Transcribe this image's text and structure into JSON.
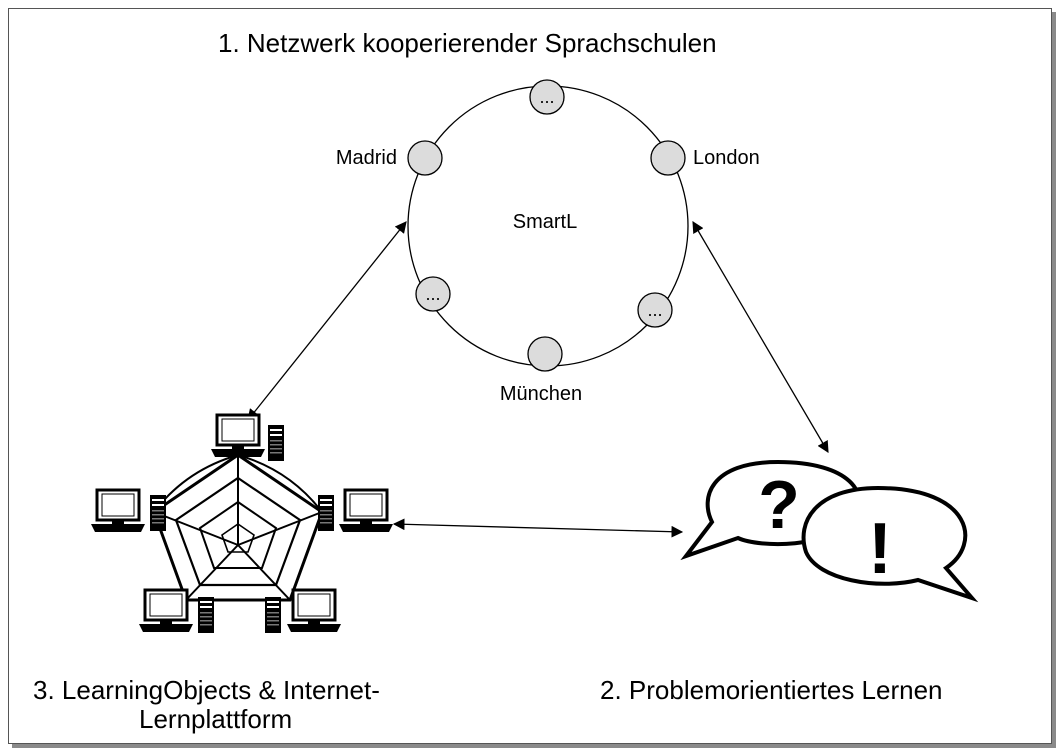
{
  "captions": {
    "network": "1. Netzwerk kooperierender Sprachschulen",
    "problem": "2. Problemorientiertes Lernen",
    "platform_line1": "3. LearningObjects & Internet-",
    "platform_line2": "Lernplattform"
  },
  "ring": {
    "center_label": "SmartL",
    "nodes": [
      {
        "label": "Madrid",
        "inner": ""
      },
      {
        "label": "London",
        "inner": ""
      },
      {
        "label": "München",
        "inner": ""
      },
      {
        "label": "",
        "inner": "..."
      },
      {
        "label": "",
        "inner": "..."
      },
      {
        "label": "",
        "inner": "..."
      }
    ]
  },
  "bubbles": {
    "question": "?",
    "exclamation": "!"
  },
  "colors": {
    "node_fill": "#dcdcdc",
    "stroke": "#000000",
    "frame_shadow": "#8a8a8a"
  },
  "icons": [
    "computer-icon",
    "server-tower-icon",
    "speech-bubble-icon",
    "web-network-icon"
  ]
}
